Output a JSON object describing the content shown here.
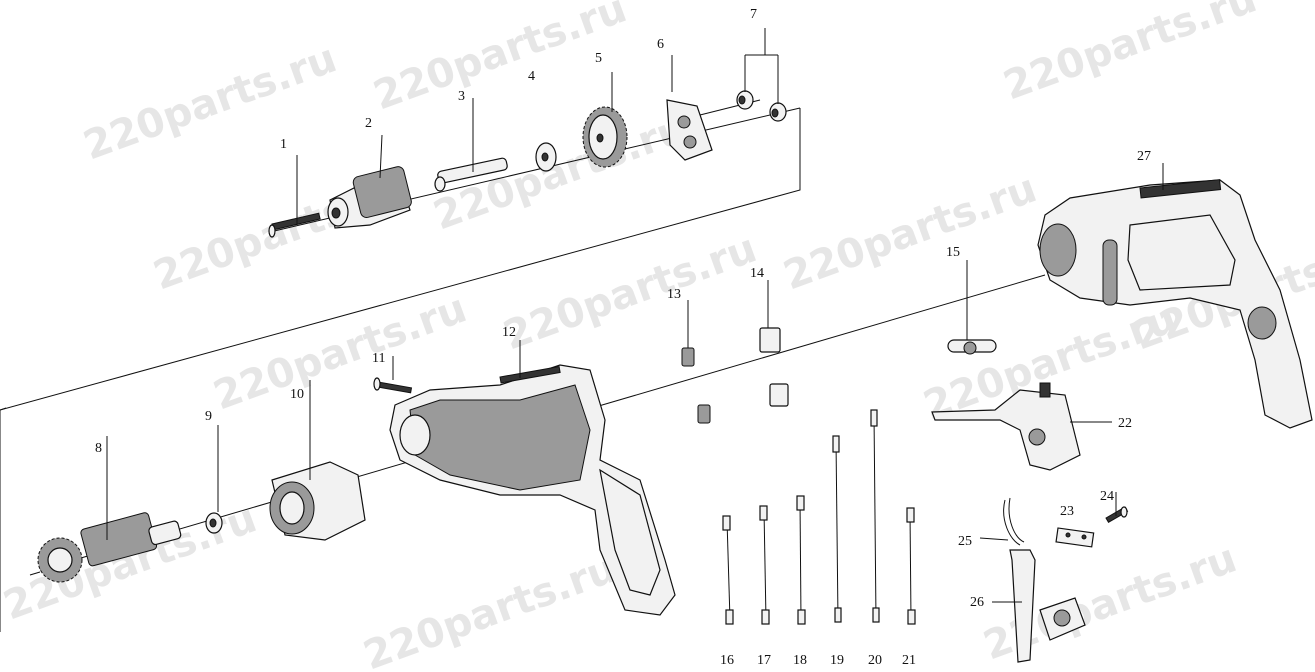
{
  "watermark_text": "220parts.ru",
  "part_numbers": [
    "1",
    "2",
    "3",
    "4",
    "5",
    "6",
    "7",
    "8",
    "9",
    "10",
    "11",
    "12",
    "13",
    "14",
    "15",
    "16",
    "17",
    "18",
    "19",
    "20",
    "21",
    "22",
    "23",
    "24",
    "25",
    "26",
    "27"
  ]
}
